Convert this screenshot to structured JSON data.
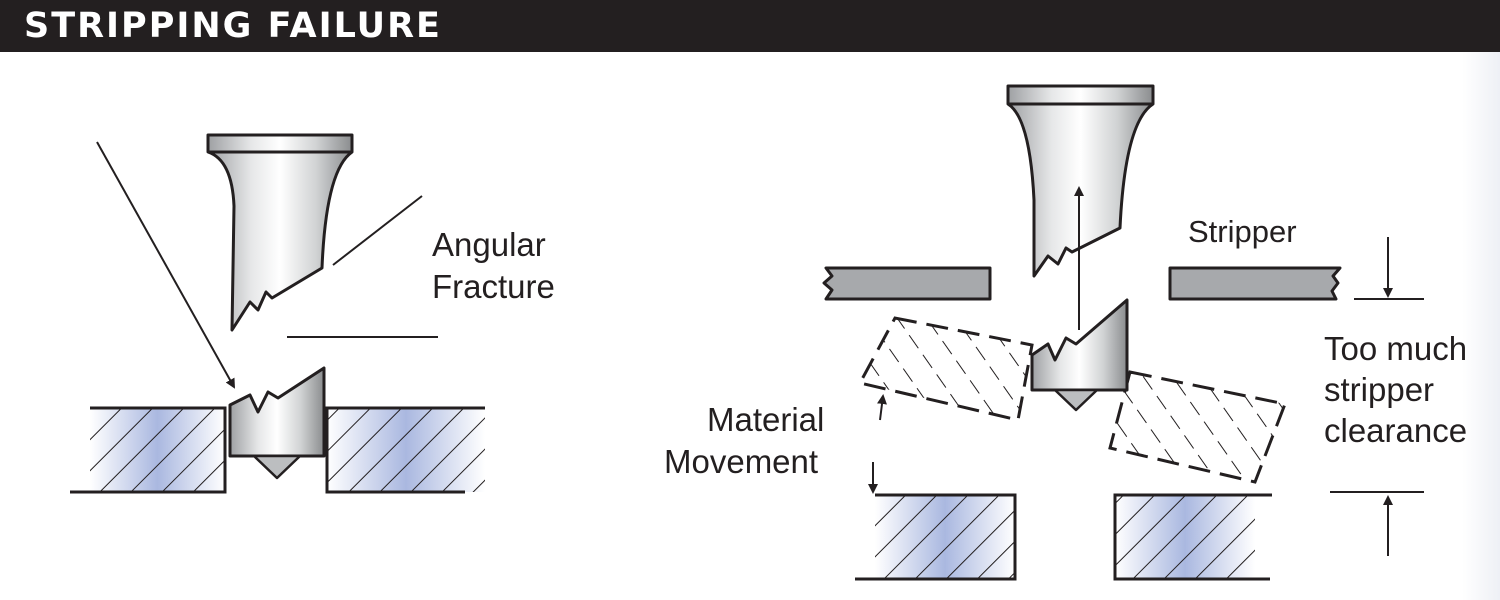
{
  "header": {
    "title": "STRIPPING FAILURE"
  },
  "left_panel": {
    "label_line1": "Angular",
    "label_line2": "Fracture"
  },
  "right_panel": {
    "stripper_label": "Stripper",
    "movement_label_line1": "Material",
    "movement_label_line2": "Movement",
    "clearance_label_line1": "Too much",
    "clearance_label_line2": "stripper",
    "clearance_label_line3": "clearance"
  },
  "colors": {
    "header_background": "#231f20",
    "header_text": "#ffffff",
    "line": "#231f20",
    "stripper_plate": "#a7a9ac",
    "die_blue": "#aab8e0"
  }
}
